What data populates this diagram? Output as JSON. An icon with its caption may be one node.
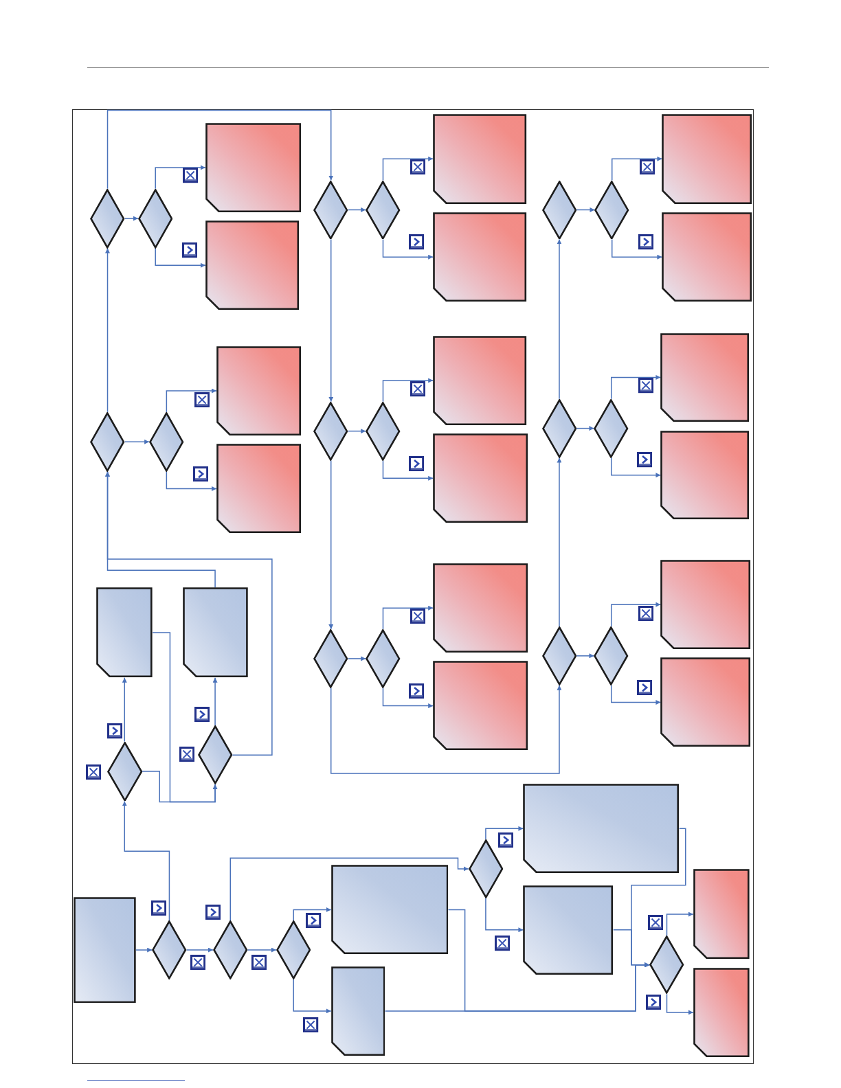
{
  "diagram": {
    "nodes": [
      {
        "text": [],
        "shape": "diamond"
      },
      {
        "text": [],
        "shape": "diamond"
      },
      {
        "text": [],
        "shape": "box"
      },
      {
        "text": [],
        "shape": "box"
      },
      {
        "text": [],
        "shape": "diamond"
      },
      {
        "text": [],
        "shape": "diamond"
      },
      {
        "text": [],
        "shape": "box"
      },
      {
        "text": [],
        "shape": "box"
      },
      {
        "text": [],
        "shape": "diamond"
      },
      {
        "text": [],
        "shape": "diamond"
      },
      {
        "text": [],
        "shape": "box"
      },
      {
        "text": [],
        "shape": "box"
      },
      {
        "text": [],
        "shape": "diamond"
      },
      {
        "text": [],
        "shape": "diamond"
      },
      {
        "text": [],
        "shape": "box"
      },
      {
        "text": [],
        "shape": "box"
      },
      {
        "text": [],
        "shape": "diamond"
      },
      {
        "text": [],
        "shape": "diamond"
      },
      {
        "text": [],
        "shape": "box"
      },
      {
        "text": [],
        "shape": "box"
      },
      {
        "text": [],
        "shape": "diamond"
      },
      {
        "text": [],
        "shape": "diamond"
      },
      {
        "text": [],
        "shape": "box"
      },
      {
        "text": [],
        "shape": "box"
      },
      {
        "text": [],
        "shape": "diamond"
      },
      {
        "text": [],
        "shape": "diamond"
      },
      {
        "text": [],
        "shape": "box"
      },
      {
        "text": [],
        "shape": "box"
      },
      {
        "text": [],
        "shape": "diamond"
      },
      {
        "text": [],
        "shape": "diamond"
      },
      {
        "text": [],
        "shape": "box"
      },
      {
        "text": [],
        "shape": "box"
      },
      {
        "text": [],
        "shape": "box"
      },
      {
        "text": [],
        "shape": "box"
      },
      {
        "text": [],
        "shape": "diamond"
      },
      {
        "text": [],
        "shape": "diamond"
      },
      {
        "text": [],
        "shape": "box"
      },
      {
        "text": [],
        "shape": "diamond"
      },
      {
        "text": [],
        "shape": "diamond"
      },
      {
        "text": [],
        "shape": "diamond"
      },
      {
        "text": [],
        "shape": "box"
      },
      {
        "text": [],
        "shape": "box"
      },
      {
        "text": [],
        "shape": "diamond"
      },
      {
        "text": [],
        "shape": "box"
      },
      {
        "text": [],
        "shape": "box"
      },
      {
        "text": [],
        "shape": "diamond"
      },
      {
        "text": [],
        "shape": "box"
      },
      {
        "text": [],
        "shape": "box"
      }
    ],
    "edges": [
      {
        "from": 0,
        "to": 1,
        "arrow": "to"
      },
      {
        "from": 1,
        "to": 2,
        "arrow": "to"
      },
      {
        "from": 1,
        "to": 3,
        "arrow": "to"
      },
      {
        "from": 4,
        "to": 5,
        "arrow": "to"
      },
      {
        "from": 5,
        "to": 6,
        "arrow": "to"
      },
      {
        "from": 5,
        "to": 7,
        "arrow": "to"
      },
      {
        "from": 4,
        "to": 0,
        "arrow": "to"
      },
      {
        "from": 0,
        "to": 8,
        "arrow": "to"
      },
      {
        "from": 8,
        "to": 9,
        "arrow": "to"
      },
      {
        "from": 9,
        "to": 10,
        "arrow": "to"
      },
      {
        "from": 9,
        "to": 11,
        "arrow": "to"
      },
      {
        "from": 8,
        "to": 12,
        "arrow": "to"
      },
      {
        "from": 12,
        "to": 13,
        "arrow": "to"
      },
      {
        "from": 13,
        "to": 14,
        "arrow": "to"
      },
      {
        "from": 13,
        "to": 15,
        "arrow": "to"
      },
      {
        "from": 12,
        "to": 16,
        "arrow": "to"
      },
      {
        "from": 16,
        "to": 17,
        "arrow": "to"
      },
      {
        "from": 17,
        "to": 18,
        "arrow": "to"
      },
      {
        "from": 17,
        "to": 19,
        "arrow": "to"
      },
      {
        "from": 16,
        "to": 28,
        "arrow": "to"
      },
      {
        "from": 28,
        "to": 29,
        "arrow": "to"
      },
      {
        "from": 29,
        "to": 30,
        "arrow": "to"
      },
      {
        "from": 29,
        "to": 31,
        "arrow": "to"
      },
      {
        "from": 28,
        "to": 24,
        "arrow": "to"
      },
      {
        "from": 24,
        "to": 25,
        "arrow": "to"
      },
      {
        "from": 25,
        "to": 26,
        "arrow": "to"
      },
      {
        "from": 25,
        "to": 27,
        "arrow": "to"
      },
      {
        "from": 24,
        "to": 20,
        "arrow": "to"
      },
      {
        "from": 20,
        "to": 21,
        "arrow": "to"
      },
      {
        "from": 21,
        "to": 22,
        "arrow": "to"
      },
      {
        "from": 21,
        "to": 23,
        "arrow": "to"
      },
      {
        "from": 33,
        "to": 4,
        "arrow": "to"
      },
      {
        "from": 35,
        "to": 4,
        "arrow": "to"
      },
      {
        "from": 32,
        "to": 35,
        "arrow": "to"
      },
      {
        "from": 34,
        "to": 35,
        "arrow": "to"
      },
      {
        "from": 34,
        "to": 32,
        "arrow": "to"
      },
      {
        "from": 35,
        "to": 33,
        "arrow": "to"
      },
      {
        "from": 36,
        "to": 37,
        "arrow": "to"
      },
      {
        "from": 37,
        "to": 34,
        "arrow": "to"
      },
      {
        "from": 37,
        "to": 38,
        "arrow": "to"
      },
      {
        "from": 38,
        "to": 39,
        "arrow": "to"
      },
      {
        "from": 38,
        "to": 42,
        "arrow": "to"
      },
      {
        "from": 39,
        "to": 40,
        "arrow": "to"
      },
      {
        "from": 39,
        "to": 41,
        "arrow": "to"
      },
      {
        "from": 42,
        "to": 43,
        "arrow": "to"
      },
      {
        "from": 42,
        "to": 44,
        "arrow": "to"
      },
      {
        "from": 40,
        "to": 45,
        "arrow": "to"
      },
      {
        "from": 41,
        "to": 45,
        "arrow": "to"
      },
      {
        "from": 43,
        "to": 45,
        "arrow": "to"
      },
      {
        "from": 44,
        "to": 45,
        "arrow": "to"
      },
      {
        "from": 45,
        "to": 46,
        "arrow": "to"
      },
      {
        "from": 45,
        "to": 47,
        "arrow": "to"
      }
    ]
  }
}
